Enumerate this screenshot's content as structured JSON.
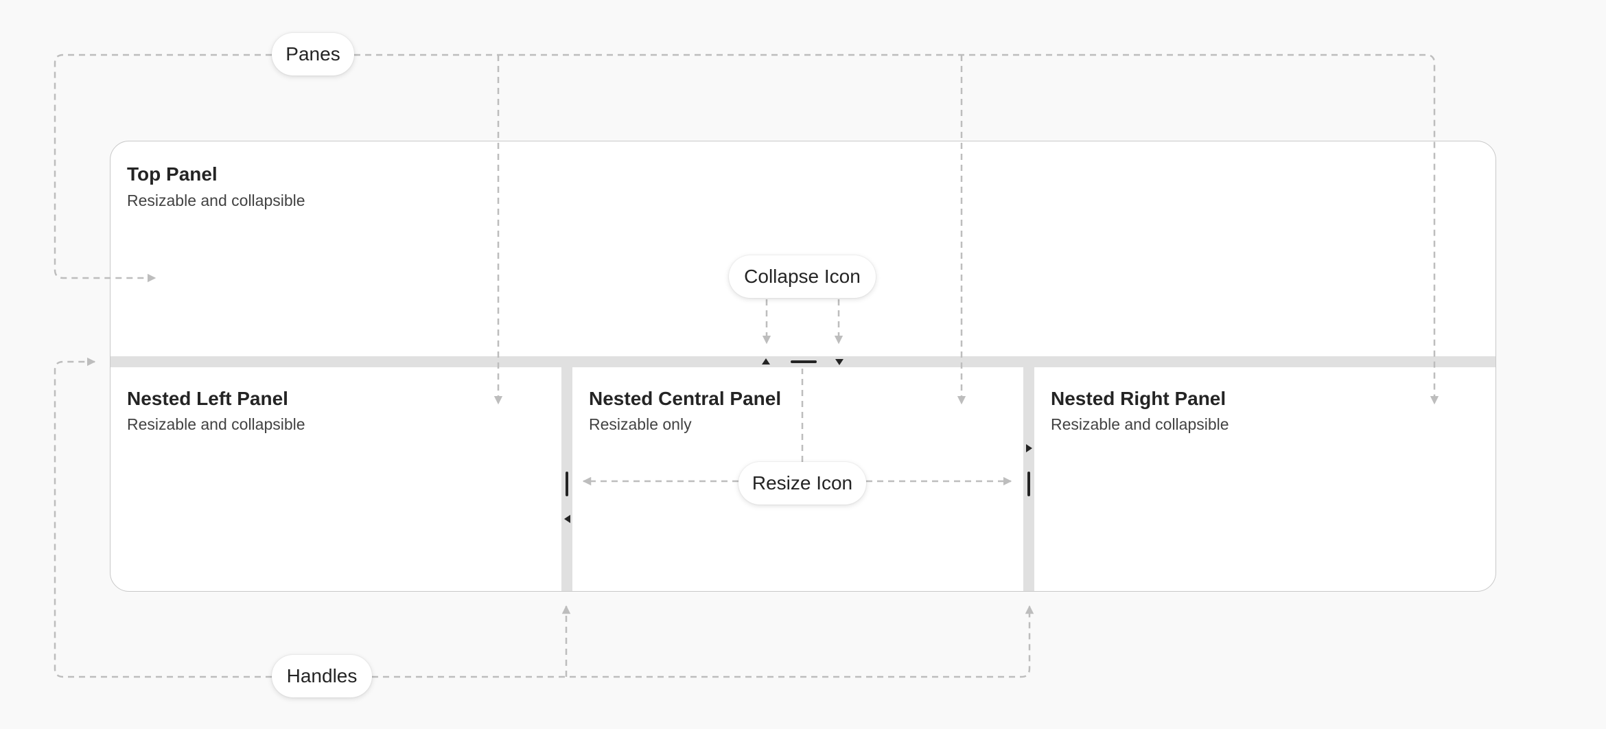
{
  "diagram": {
    "panes": {
      "top": {
        "title": "Top Panel",
        "subtitle": "Resizable and collapsible"
      },
      "left": {
        "title": "Nested Left Panel",
        "subtitle": "Resizable and collapsible"
      },
      "center": {
        "title": "Nested Central Panel",
        "subtitle": "Resizable only"
      },
      "right": {
        "title": "Nested Right Panel",
        "subtitle": "Resizable and collapsible"
      }
    },
    "callouts": {
      "panes": "Panes",
      "collapse_icon": "Collapse Icon",
      "resize_icon": "Resize Icon",
      "handles": "Handles"
    }
  },
  "colors": {
    "background": "#f9f9f9",
    "pane_background": "#ffffff",
    "border": "#c8c8c8",
    "handle": "#e0e0e0",
    "grip": "#242424",
    "annotation_line": "#bdbdbd",
    "text_primary": "#242424",
    "text_secondary": "#424242"
  },
  "icons": {
    "collapse_up": "triangle-up-icon",
    "collapse_down": "triangle-down-icon",
    "collapse_left": "triangle-left-icon",
    "collapse_right": "triangle-right-icon",
    "resize_grip": "grip-icon"
  }
}
